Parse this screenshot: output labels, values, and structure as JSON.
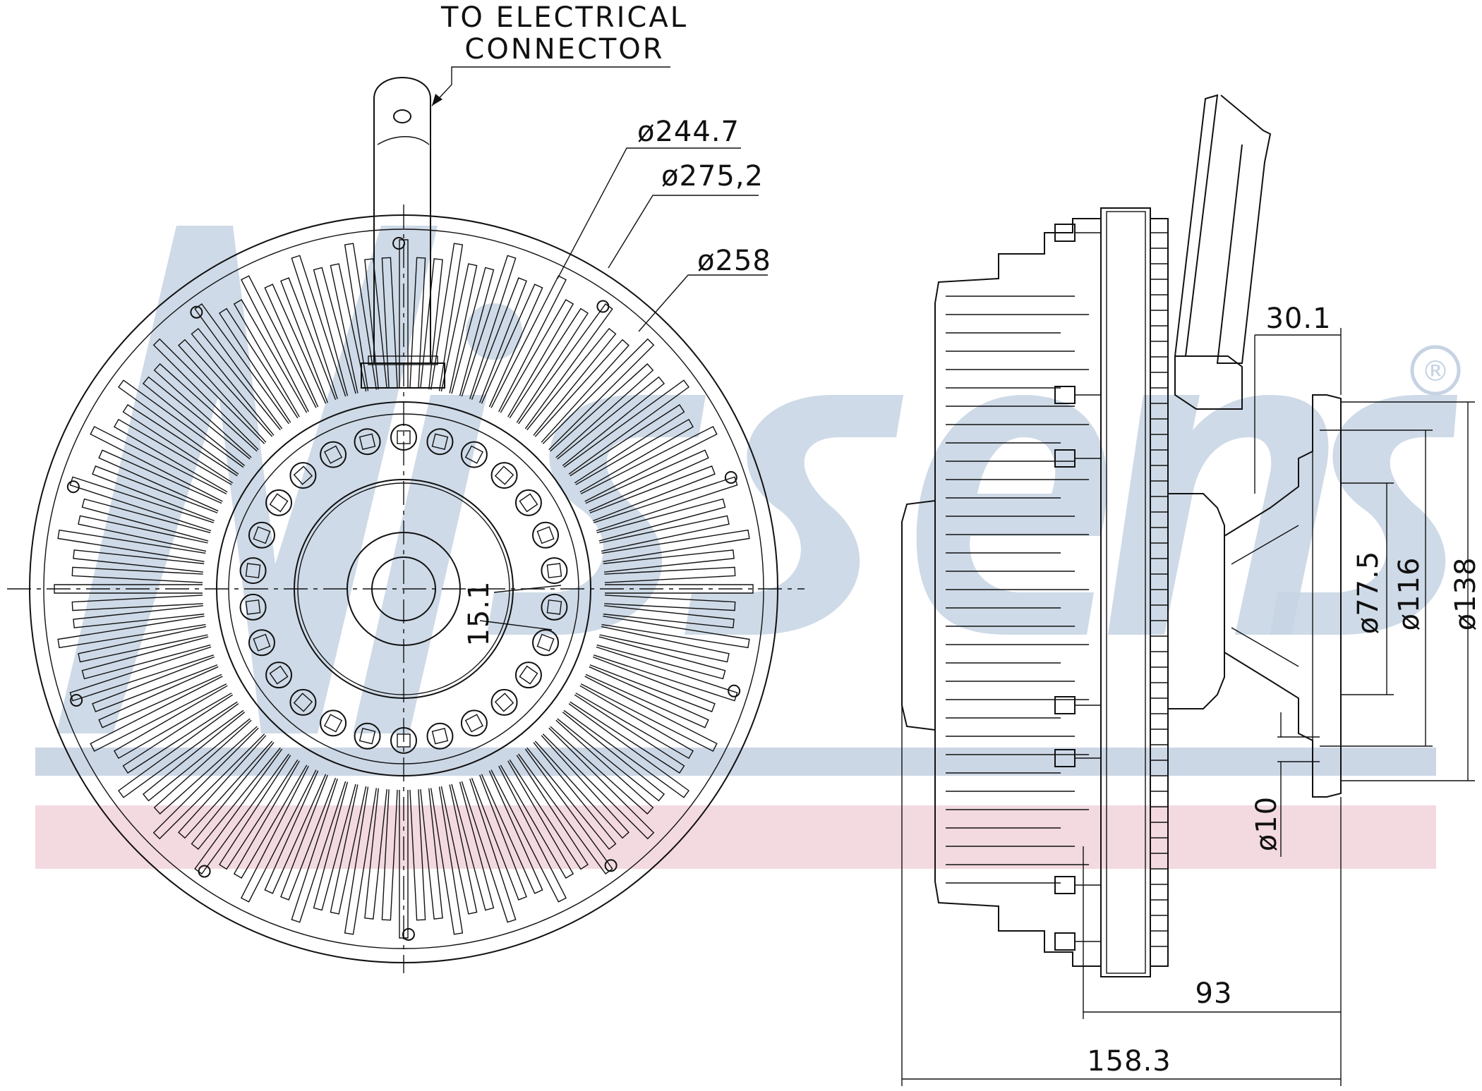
{
  "watermark": {
    "brand": "Nissens",
    "registered_mark": "®",
    "colors": {
      "blue": "#c6d3e3",
      "red": "#f2d6dd"
    }
  },
  "notes": {
    "connector_line1": "TO ELECTRICAL",
    "connector_line2": "CONNECTOR"
  },
  "dimensions": {
    "d244": "ø244.7",
    "d275": "ø275,2",
    "d258": "ø258",
    "offset": "15.1",
    "w30": "30.1",
    "d77": "ø77.5",
    "d116": "ø116",
    "d138": "ø138",
    "d10": "ø10",
    "len93": "93",
    "len158": "158.3"
  }
}
